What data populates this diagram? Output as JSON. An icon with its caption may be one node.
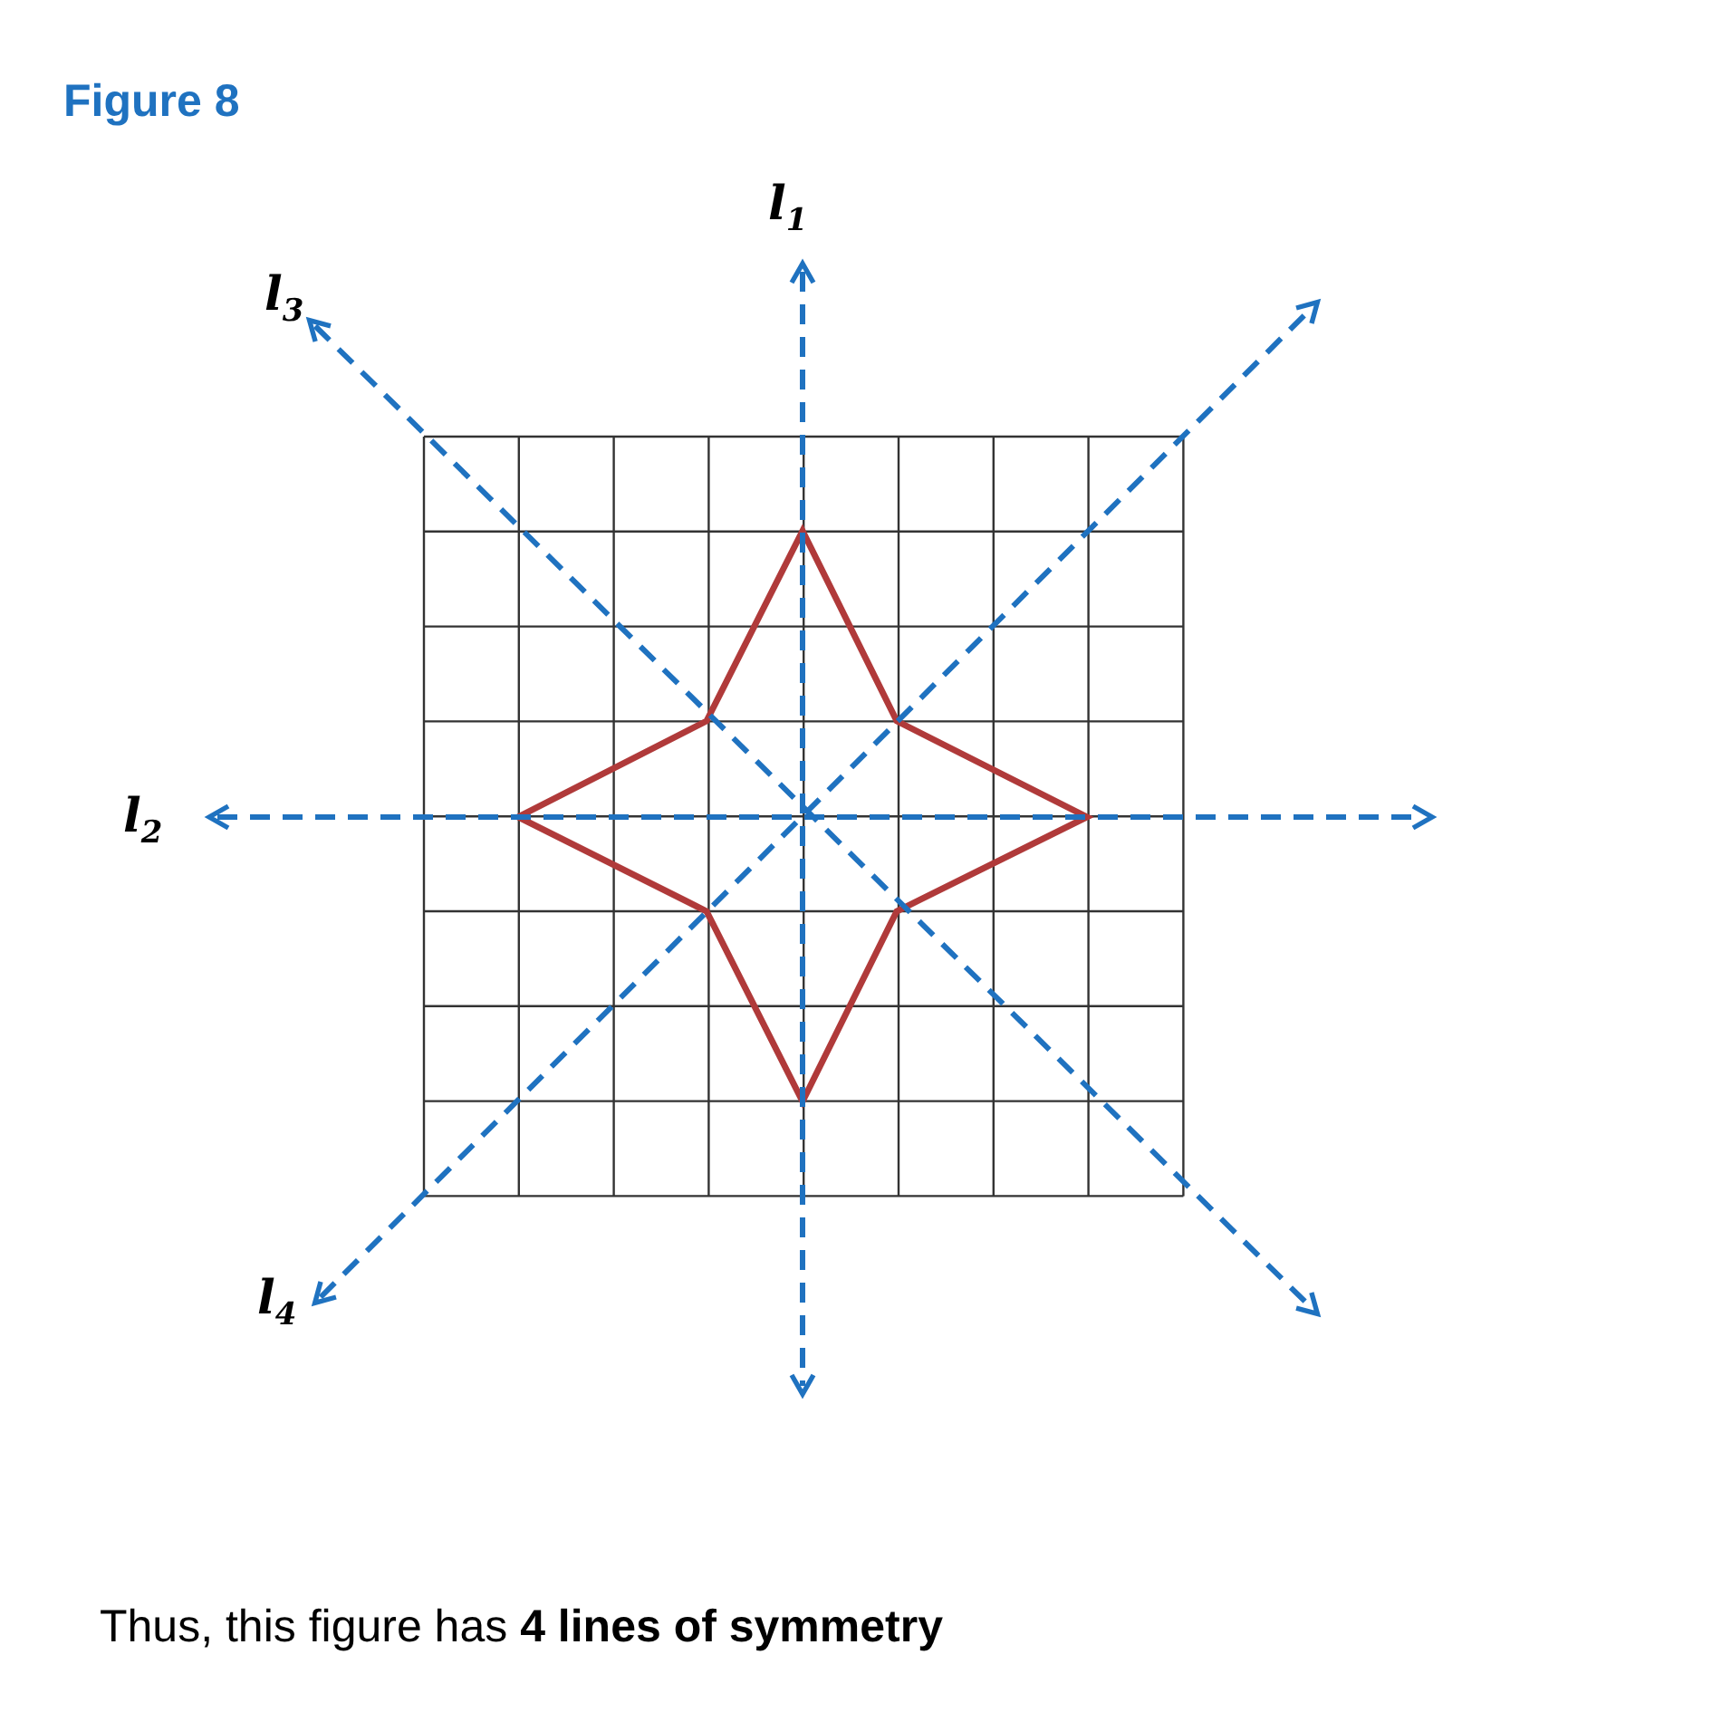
{
  "diagram": {
    "title": "Figure 8",
    "caption": "Thus, this figure has **4 lines of symmetry**",
    "labels": [
      "l$_{1}$",
      "l$_{3}$",
      "l$_{2}$",
      "l$_{4}$"
    ]
  }
}
